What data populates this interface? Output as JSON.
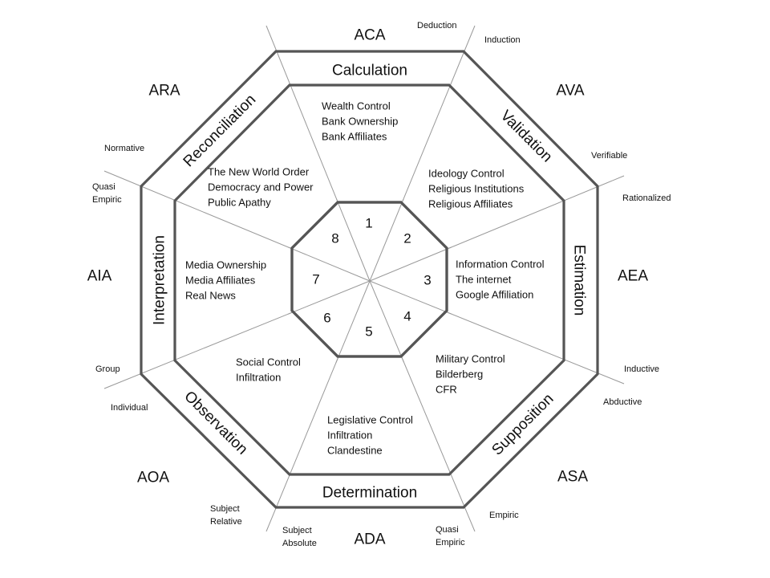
{
  "diagram": {
    "band_labels": [
      {
        "key": "calculation",
        "text": "Calculation"
      },
      {
        "key": "validation",
        "text": "Validation"
      },
      {
        "key": "estimation",
        "text": "Estimation"
      },
      {
        "key": "supposition",
        "text": "Supposition"
      },
      {
        "key": "determination",
        "text": "Determination"
      },
      {
        "key": "observation",
        "text": "Observation"
      },
      {
        "key": "interpretation",
        "text": "Interpretation"
      },
      {
        "key": "reconciliation",
        "text": "Reconciliation"
      }
    ],
    "outer_codes": [
      {
        "key": "aca",
        "text": "ACA"
      },
      {
        "key": "ava",
        "text": "AVA"
      },
      {
        "key": "aea",
        "text": "AEA"
      },
      {
        "key": "asa",
        "text": "ASA"
      },
      {
        "key": "ada",
        "text": "ADA"
      },
      {
        "key": "aoa",
        "text": "AOA"
      },
      {
        "key": "aia",
        "text": "AIA"
      },
      {
        "key": "ara",
        "text": "ARA"
      }
    ],
    "axis_labels": [
      {
        "key": "deduction",
        "lines": [
          "Deduction"
        ]
      },
      {
        "key": "induction",
        "lines": [
          "Induction"
        ]
      },
      {
        "key": "verifiable",
        "lines": [
          "Verifiable"
        ]
      },
      {
        "key": "rationalized",
        "lines": [
          "Rationalized"
        ]
      },
      {
        "key": "inductive",
        "lines": [
          "Inductive"
        ]
      },
      {
        "key": "abductive",
        "lines": [
          "Abductive"
        ]
      },
      {
        "key": "empiric",
        "lines": [
          "Empiric"
        ]
      },
      {
        "key": "quasi-empiric-bottom",
        "lines": [
          "Quasi",
          "Empiric"
        ]
      },
      {
        "key": "subject-absolute",
        "lines": [
          "Subject",
          "Absolute"
        ]
      },
      {
        "key": "subject-relative",
        "lines": [
          "Subject",
          "Relative"
        ]
      },
      {
        "key": "individual",
        "lines": [
          "Individual"
        ]
      },
      {
        "key": "group",
        "lines": [
          "Group"
        ]
      },
      {
        "key": "quasi-empiric-left",
        "lines": [
          "Quasi",
          "Empiric"
        ]
      },
      {
        "key": "normative",
        "lines": [
          "Normative"
        ]
      }
    ],
    "sectors": [
      {
        "number": "1",
        "lines": [
          "Wealth Control",
          "Bank Ownership",
          "Bank Affiliates"
        ]
      },
      {
        "number": "2",
        "lines": [
          "Ideology Control",
          "Religious Institutions",
          "Religious Affiliates"
        ]
      },
      {
        "number": "3",
        "lines": [
          "Information  Control",
          "The internet",
          "Google Affiliation"
        ]
      },
      {
        "number": "4",
        "lines": [
          "Military Control",
          "Bilderberg",
          "CFR"
        ]
      },
      {
        "number": "5",
        "lines": [
          "Legislative Control",
          "Infiltration",
          "Clandestine"
        ]
      },
      {
        "number": "6",
        "lines": [
          "Social Control",
          "Infiltration"
        ]
      },
      {
        "number": "7",
        "lines": [
          "Media Ownership",
          "Media Affiliates",
          "Real News"
        ]
      },
      {
        "number": "8",
        "lines": [
          "The New World Order",
          "Democracy and Power",
          "Public Apathy"
        ]
      }
    ],
    "colors": {
      "line": "#555555",
      "spoke": "#999999",
      "text": "#111111",
      "background": "#ffffff"
    }
  }
}
